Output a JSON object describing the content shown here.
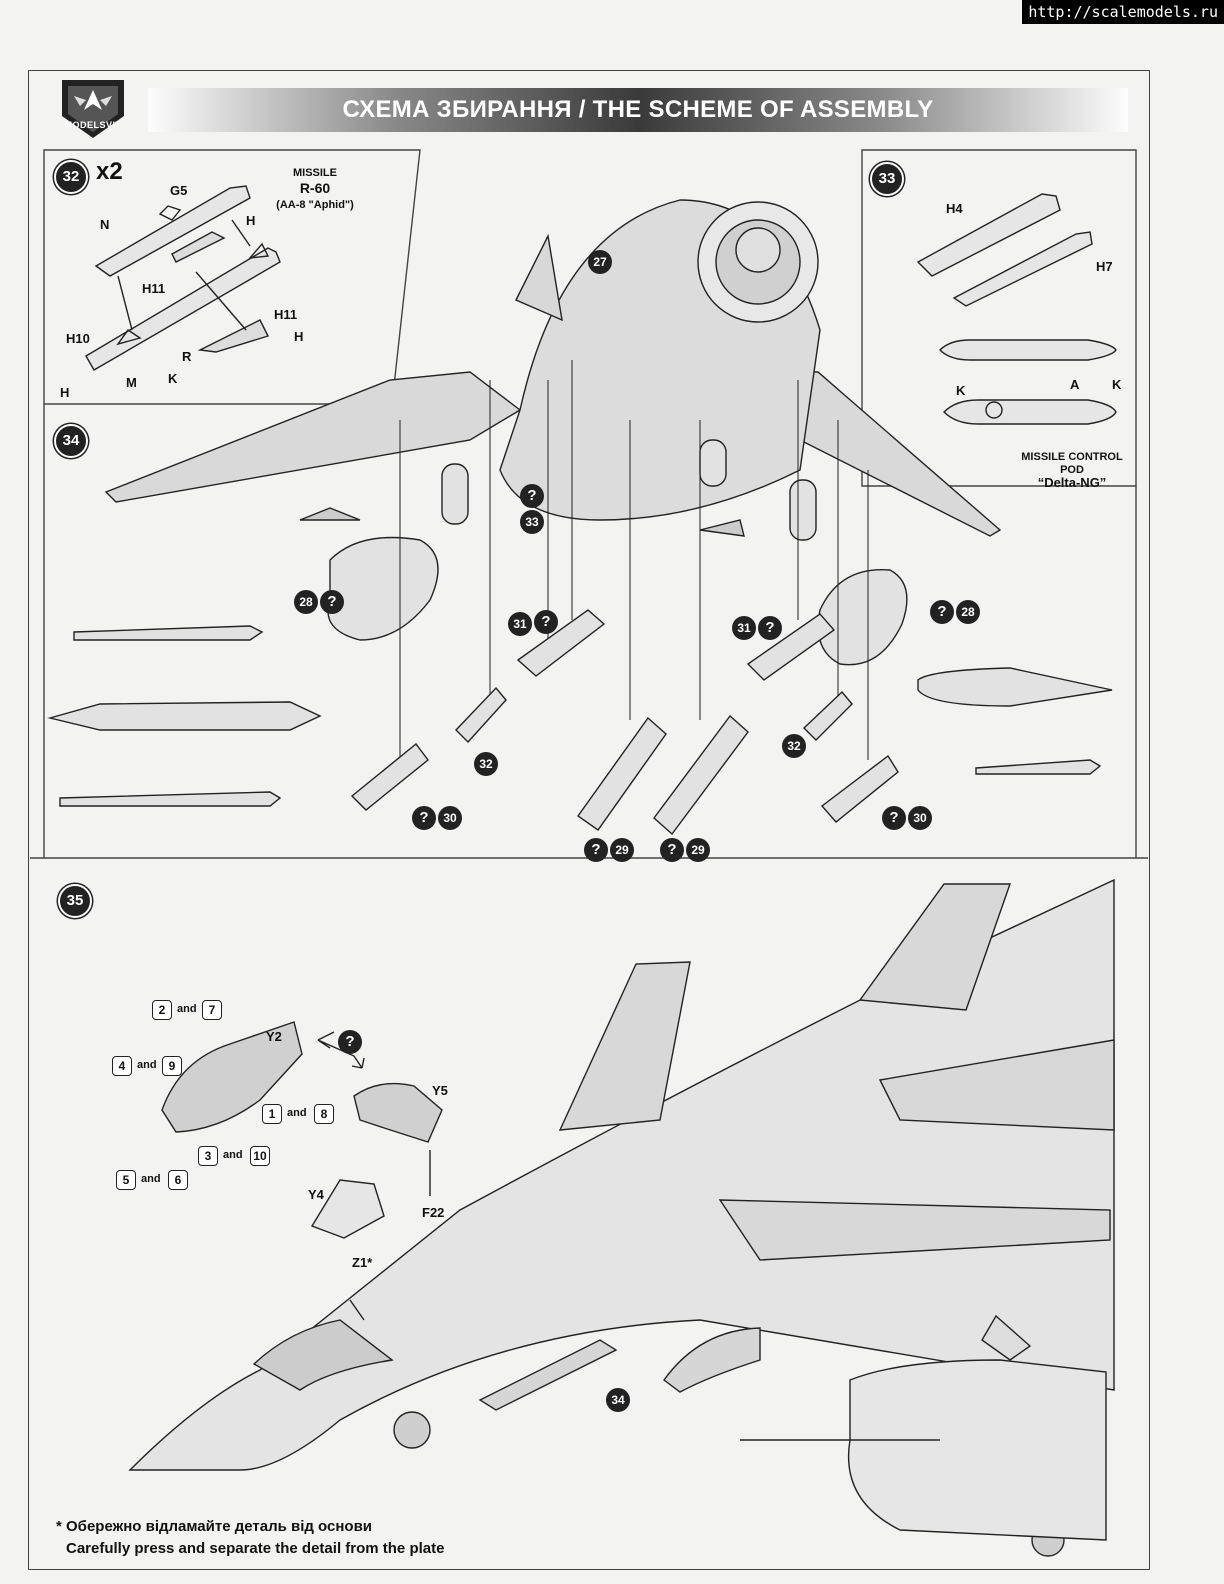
{
  "watermark": "http://scalemodels.ru",
  "header": {
    "title": "СХЕМА ЗБИРАННЯ / THE SCHEME OF ASSEMBLY",
    "logo_text": "MODELSVIT"
  },
  "step32": {
    "number": "32",
    "multiplier": "x2",
    "missile_title": [
      "MISSILE",
      "R-60",
      "(AA-8 \"Aphid\")"
    ],
    "parts": [
      "G5",
      "N",
      "H",
      "H11",
      "H11",
      "H",
      "H10",
      "R",
      "K",
      "M",
      "H"
    ]
  },
  "step33": {
    "number": "33",
    "parts": [
      "H4",
      "H7",
      "K",
      "A",
      "K"
    ],
    "pod_title": [
      "MISSILE CONTROL",
      "POD",
      "“Delta-NG”"
    ]
  },
  "step34": {
    "number": "34",
    "callouts": [
      "27",
      "33",
      "28",
      "28",
      "31",
      "31",
      "32",
      "32",
      "30",
      "30",
      "29",
      "29"
    ],
    "unknown": "?"
  },
  "step35": {
    "number": "35",
    "parts": [
      "Y2",
      "Y5",
      "Y4",
      "F22",
      "Z1*"
    ],
    "canopy_refs": [
      {
        "a": "2",
        "b": "7"
      },
      {
        "a": "4",
        "b": "9"
      },
      {
        "a": "1",
        "b": "8"
      },
      {
        "a": "3",
        "b": "10"
      },
      {
        "a": "5",
        "b": "6"
      }
    ],
    "and_word": "and",
    "ref34": "34"
  },
  "footer": {
    "note_uk": "* Обережно відламайте деталь від основи",
    "note_en": "Carefully press and separate the detail from the plate"
  }
}
